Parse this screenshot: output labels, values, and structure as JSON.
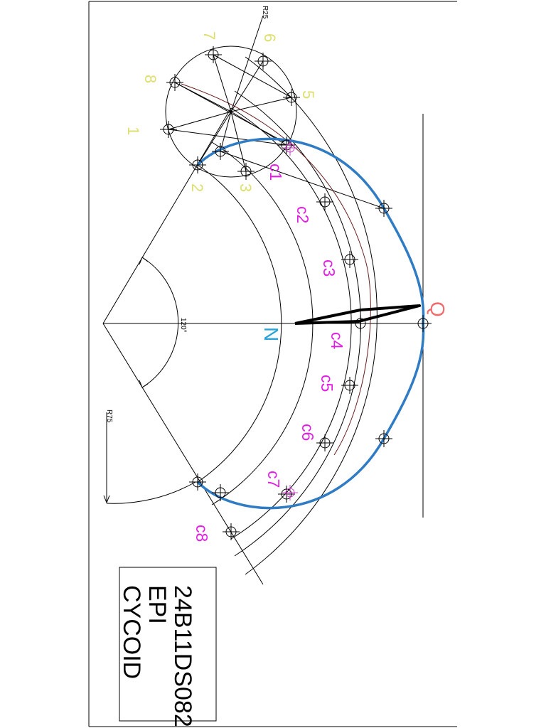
{
  "labels": {
    "circle_points": [
      "1",
      "2",
      "3",
      "5",
      "6",
      "7",
      "8"
    ],
    "centre_points": [
      "c1",
      "c2",
      "c3",
      "c4",
      "c5",
      "c6",
      "c7",
      "c8"
    ],
    "point_n": "N",
    "point_q": "Q",
    "dim_r25": "R25",
    "dim_r75": "R75",
    "angle": "120°"
  },
  "title_block": {
    "line1": "24B11DS082",
    "line2": "EPI",
    "line3": "CYCOID"
  },
  "colors": {
    "point_labels": "#dede6e",
    "centre_labels": "#e21ee2",
    "curve": "#2f7bc4",
    "point_n": "#2aa3d6",
    "point_q": "#f06b6b"
  }
}
